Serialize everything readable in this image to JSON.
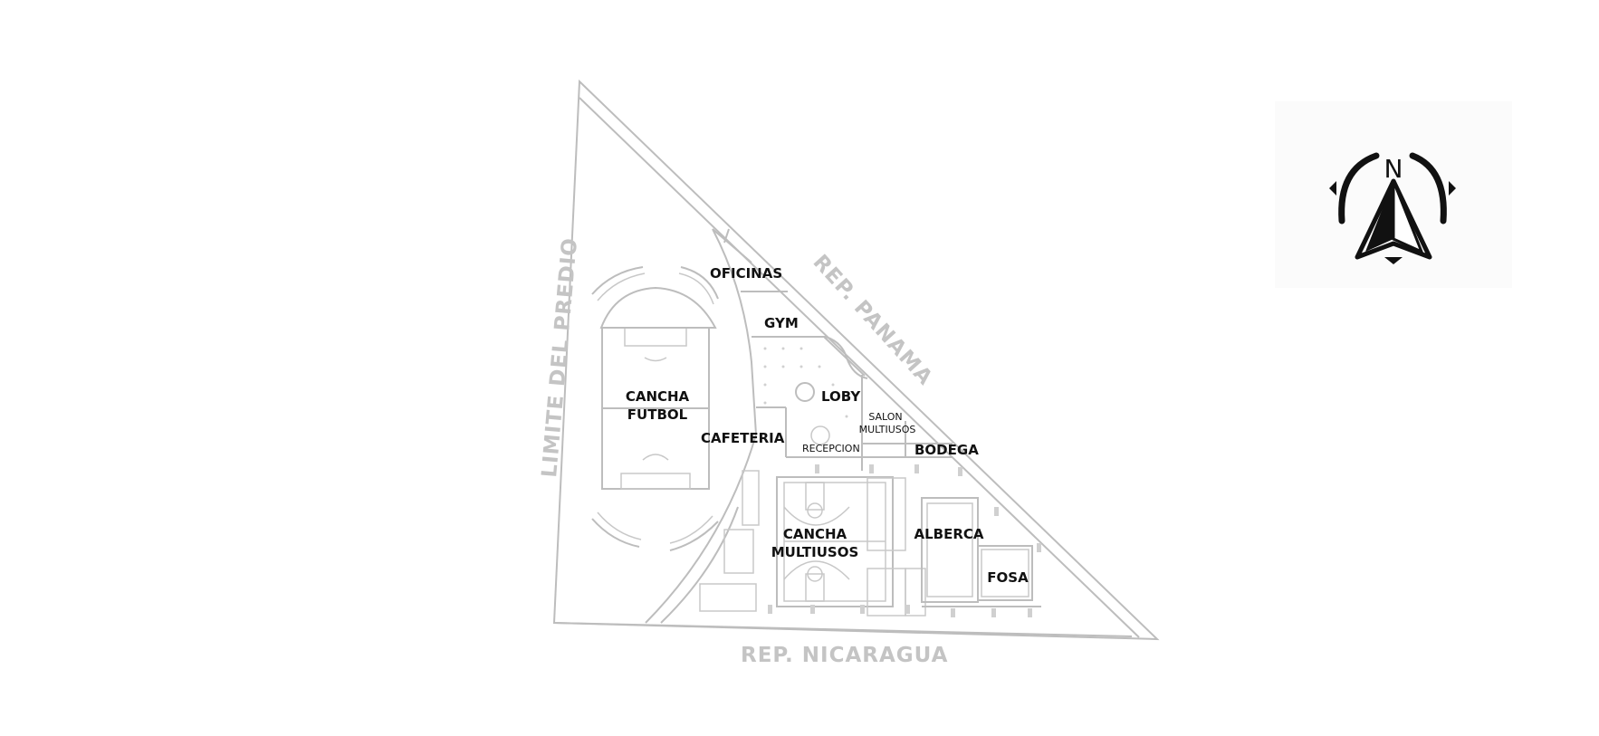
{
  "rooms": {
    "oficinas": "OFICINAS",
    "gym": "GYM",
    "loby": "LOBY",
    "salon_line1": "SALON",
    "salon_line2": "MULTIUSOS",
    "bodega": "BODEGA",
    "recepcion": "RECEPCION",
    "cafeteria": "CAFETERIA",
    "cancha_futbol_line1": "CANCHA",
    "cancha_futbol_line2": "FUTBOL",
    "cancha_multi_line1": "CANCHA",
    "cancha_multi_line2": "MULTIUSOS",
    "alberca": "ALBERCA",
    "fosa": "FOSA"
  },
  "streets": {
    "west": "LIMITE DEL PREDIO",
    "northeast": "REP. PANAMA",
    "south": "REP. NICARAGUA"
  },
  "compass": {
    "letter": "N",
    "icon": "north-arrow-compass-icon"
  },
  "colors": {
    "plan_lines": "#bdbdbd",
    "labels": "#111111",
    "street_labels": "#c4c4c4"
  }
}
